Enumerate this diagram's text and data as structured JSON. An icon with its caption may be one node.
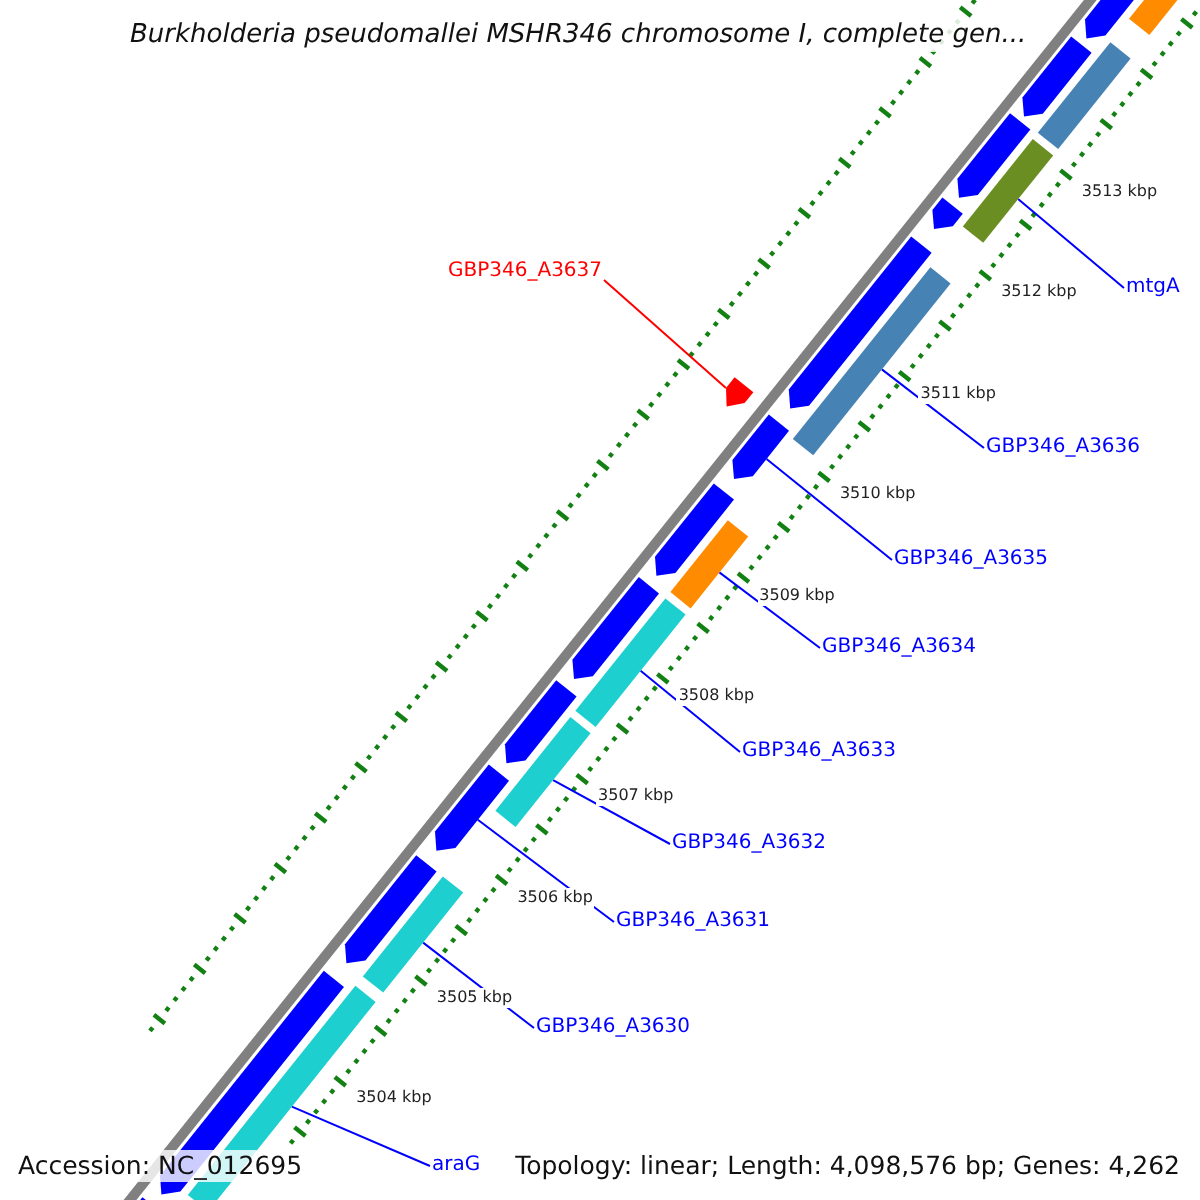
{
  "diagram": {
    "title": "Burkholderia pseudomallei MSHR346 chromosome I, complete gen...",
    "nodes": [
      {
        "text": [
          "GBP346_A3637"
        ]
      },
      {
        "text": [
          "mtgA"
        ]
      },
      {
        "text": [
          "GBP346_A3636"
        ]
      },
      {
        "text": [
          "GBP346_A3635"
        ]
      },
      {
        "text": [
          "GBP346_A3634"
        ]
      },
      {
        "text": [
          "GBP346_A3633"
        ]
      },
      {
        "text": [
          "GBP346_A3632"
        ]
      },
      {
        "text": [
          "GBP346_A3631"
        ]
      },
      {
        "text": [
          "GBP346_A3630"
        ]
      },
      {
        "text": [
          "araG"
        ]
      },
      {
        "text": [],
        "shape": "bar"
      },
      {
        "text": [],
        "shape": "bar"
      },
      {
        "text": [],
        "shape": "bar"
      },
      {
        "text": [],
        "shape": "bar"
      },
      {
        "text": [],
        "shape": "bar"
      },
      {
        "text": [],
        "shape": "bar"
      },
      {
        "text": [],
        "shape": "bar"
      },
      {
        "text": [],
        "shape": "bar"
      },
      {
        "text": [],
        "shape": "bar"
      },
      {
        "text": [],
        "shape": "bar"
      },
      {
        "text": [],
        "shape": "bar"
      },
      {
        "text": [],
        "shape": "bar"
      },
      {
        "text": [],
        "shape": "bar"
      },
      {
        "text": [],
        "shape": "bar"
      },
      {
        "text": [],
        "shape": "bar"
      },
      {
        "text": [],
        "shape": "bar"
      },
      {
        "text": [],
        "shape": "bar"
      },
      {
        "text": [],
        "shape": "bar"
      },
      {
        "text": [],
        "shape": "bar"
      },
      {
        "text": [],
        "shape": "bar"
      },
      {
        "text": [],
        "shape": "bar"
      },
      {
        "text": [],
        "shape": "bar"
      },
      {
        "text": [],
        "shape": "bar"
      }
    ],
    "edges": [
      {
        "from": 0,
        "to": 19,
        "arrow": "none",
        "color": "#ff0000"
      },
      {
        "from": 1,
        "to": 15,
        "arrow": "none"
      },
      {
        "from": 2,
        "to": 18,
        "arrow": "none"
      },
      {
        "from": 3,
        "to": 20,
        "arrow": "none"
      },
      {
        "from": 4,
        "to": 22,
        "arrow": "none"
      },
      {
        "from": 5,
        "to": 24,
        "arrow": "none"
      },
      {
        "from": 6,
        "to": 26,
        "arrow": "none"
      },
      {
        "from": 7,
        "to": 27,
        "arrow": "none"
      },
      {
        "from": 8,
        "to": 29,
        "arrow": "none"
      },
      {
        "from": 9,
        "to": 31,
        "arrow": "none"
      }
    ],
    "labels": [
      "3513 kbp",
      "3512 kbp",
      "3511 kbp",
      "3510 kbp",
      "3509 kbp",
      "3508 kbp",
      "3507 kbp",
      "3506 kbp",
      "3505 kbp",
      "3504 kbp",
      "Accession: NC_012695",
      "Topology: linear; Length: 4,098,576 bp; Genes: 4,262"
    ]
  }
}
